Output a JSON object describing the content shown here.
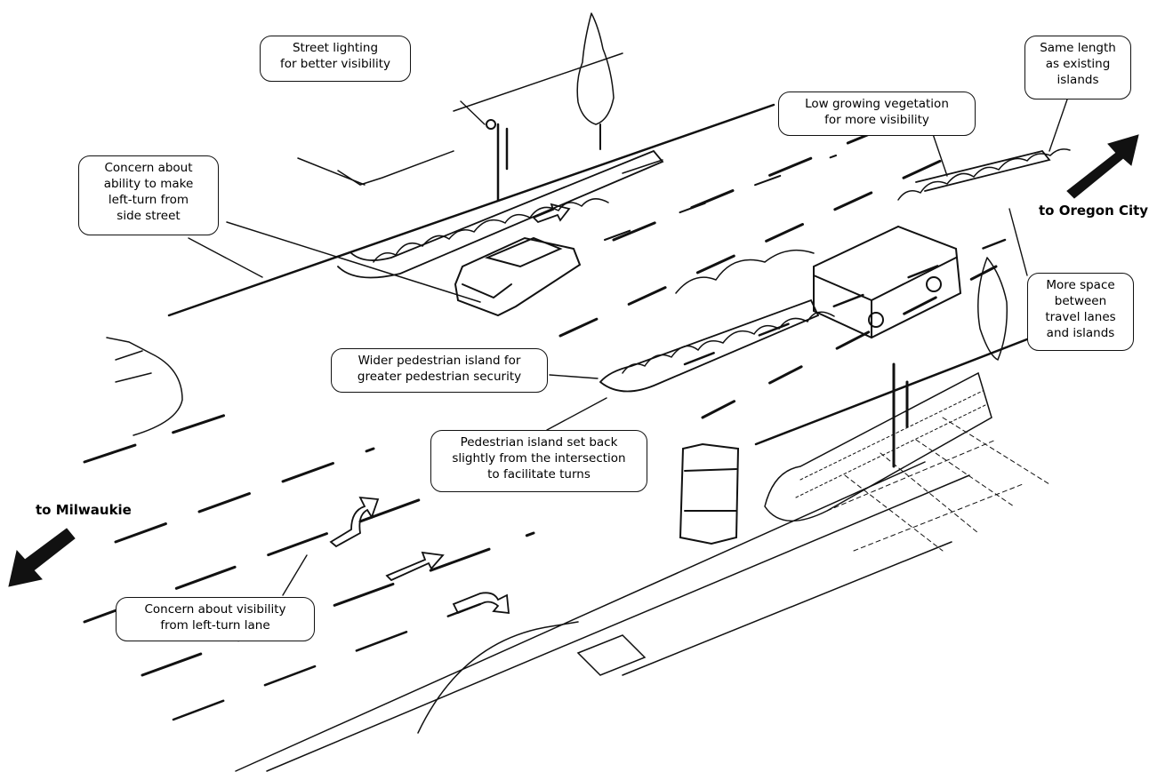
{
  "callouts": {
    "street_lighting": "Street lighting\nfor better visibility",
    "same_length": "Same length\nas existing\nislands",
    "low_vegetation": "Low growing vegetation\nfor more visibility",
    "left_turn_side_street": "Concern about\nability to make\nleft-turn from\nside street",
    "more_space": "More space\nbetween\ntravel lanes\nand islands",
    "wider_island": "Wider pedestrian island for\ngreater pedestrian security",
    "island_setback": "Pedestrian island set back\nslightly from the intersection\nto facilitate turns",
    "left_turn_visibility": "Concern about visibility\nfrom left-turn lane"
  },
  "directions": {
    "oregon_city": "to Oregon City",
    "milwaukie": "to Milwaukie"
  },
  "colors": {
    "ink": "#111111",
    "paper": "#ffffff"
  }
}
